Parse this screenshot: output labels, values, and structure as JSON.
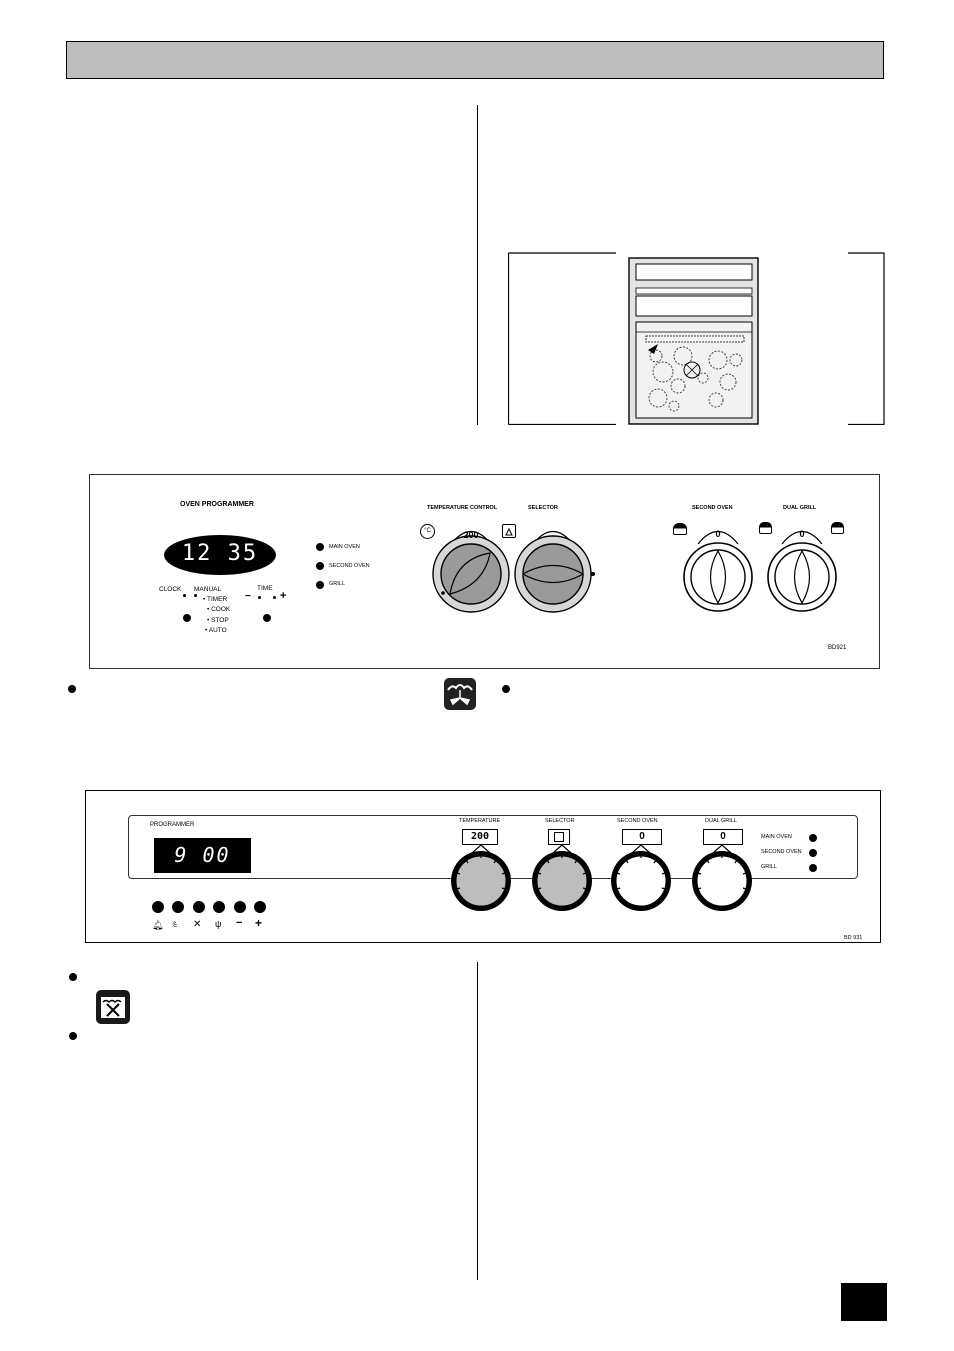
{
  "panel1": {
    "title": "OVEN PROGRAMMER",
    "display": "12 35",
    "lights": [
      "MAIN OVEN",
      "SECOND OVEN",
      "GRILL"
    ],
    "clock": "CLOCK",
    "manual": "MANUAL",
    "modes": [
      "TIMER",
      "COOK",
      "STOP",
      "AUTO"
    ],
    "time": "TIME",
    "minus": "−",
    "plus": "+",
    "temp_label": "TEMPERATURE CONTROL",
    "selector_label": "SELECTOR",
    "second_oven_label": "SECOND OVEN",
    "dual_grill_label": "DUAL GRILL",
    "temp_value": "200",
    "second_value": "0",
    "grill_value": "0",
    "deg_symbol": "°C",
    "ref": "BD921"
  },
  "panel2": {
    "title": "PROGRAMMER",
    "display": "9 00",
    "temp_label": "TEMPERATURE",
    "selector_label": "SELECTOR",
    "second_oven_label": "SECOND OVEN",
    "dual_grill_label": "DUAL GRILL",
    "temp_value": "200",
    "second_value": "0",
    "grill_value": "0",
    "lights": [
      "MAIN OVEN",
      "SECOND OVEN",
      "GRILL"
    ],
    "minus": "−",
    "plus": "+",
    "ref": "BD 931"
  },
  "icons": [
    "fan-oven-icon",
    "oven-clean-icon"
  ]
}
